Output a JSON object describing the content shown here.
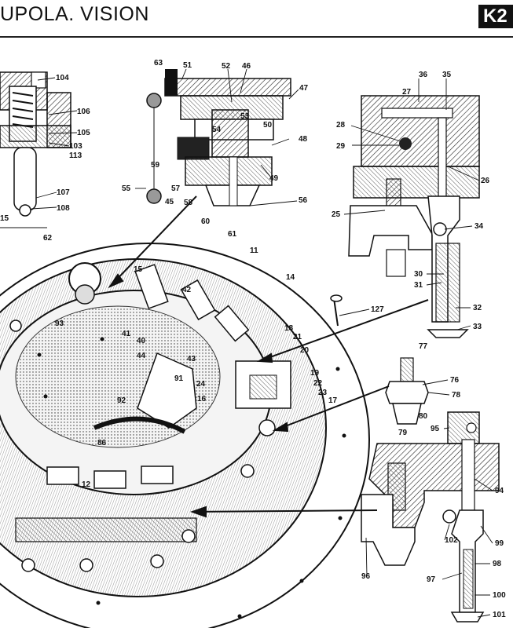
{
  "header": {
    "title": "UPOLA. VISION",
    "page_code": "K2"
  },
  "callouts": {
    "c104": "104",
    "c106": "106",
    "c105": "105",
    "c103": "103",
    "c113": "113",
    "c107": "107",
    "c108": "108",
    "c15a": "15",
    "c63": "63",
    "c51": "51",
    "c52": "52",
    "c46": "46",
    "c47": "47",
    "c53": "53",
    "c54": "54",
    "c50": "50",
    "c48": "48",
    "c59": "59",
    "c55": "55",
    "c57": "57",
    "c45": "45",
    "c58": "58",
    "c49": "49",
    "c56": "56",
    "c60": "60",
    "c61": "61",
    "c36": "36",
    "c35": "35",
    "c27": "27",
    "c28": "28",
    "c29": "29",
    "c26": "26",
    "c25": "25",
    "c34": "34",
    "c30": "30",
    "c31": "31",
    "c32": "32",
    "c33": "33",
    "c62": "62",
    "c11": "11",
    "c15b": "15",
    "c14": "14",
    "c42": "42",
    "c93": "93",
    "c41": "41",
    "c40": "40",
    "c44": "44",
    "c43": "43",
    "c127": "127",
    "c18": "18",
    "c21": "21",
    "c20": "20",
    "c19": "19",
    "c22": "22",
    "c23": "23",
    "c17": "17",
    "c91": "91",
    "c24": "24",
    "c16": "16",
    "c92": "92",
    "c86": "86",
    "c12": "12",
    "c77": "77",
    "c76": "76",
    "c78": "78",
    "c80": "80",
    "c79": "79",
    "c95": "95",
    "c94": "94",
    "c102": "102",
    "c99": "99",
    "c96": "96",
    "c98": "98",
    "c97": "97",
    "c100": "100",
    "c101": "101"
  }
}
